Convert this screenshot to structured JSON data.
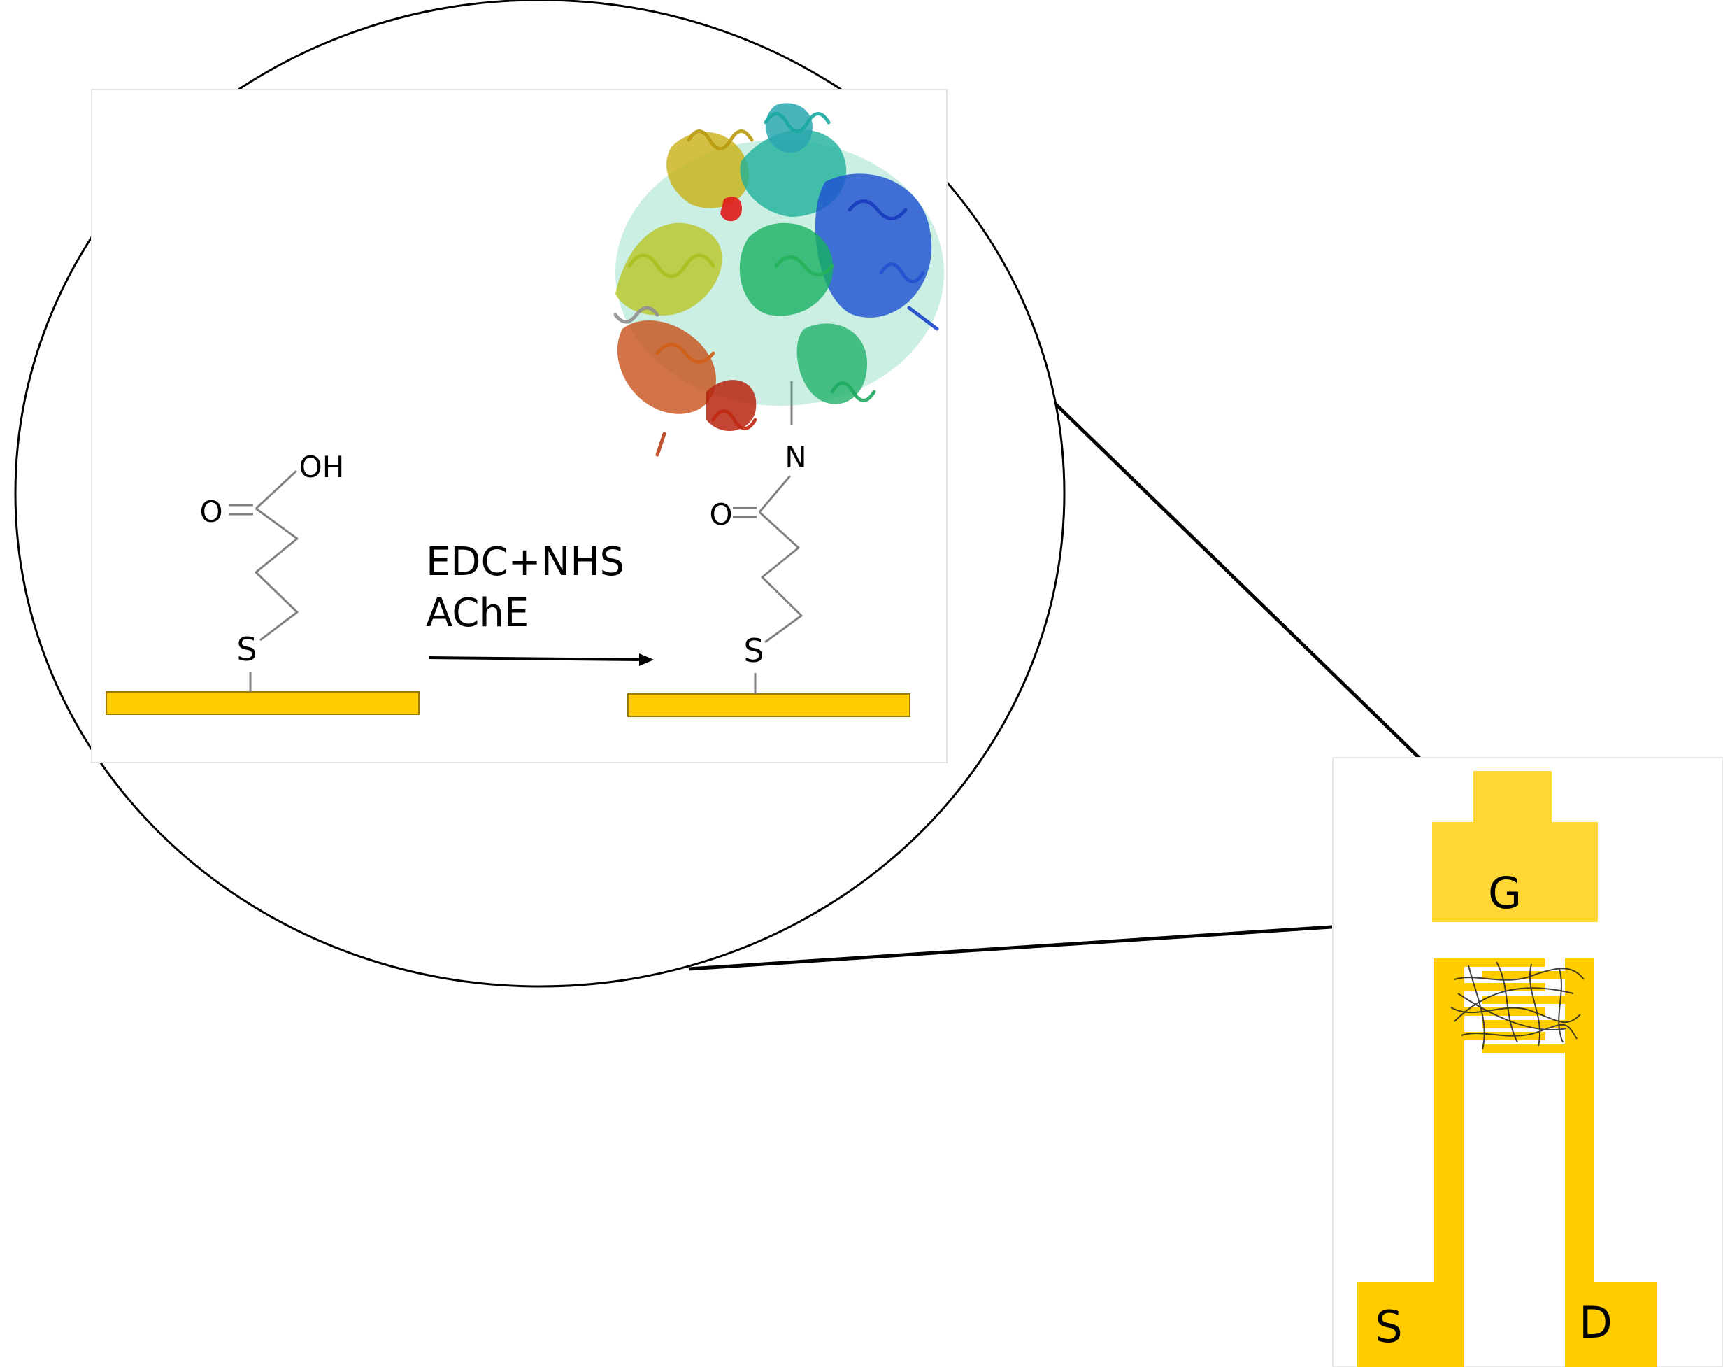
{
  "left_molecule": {
    "hydroxyl": "OH",
    "carbonyl_oxygen": "O",
    "sulfur": "S"
  },
  "reaction": {
    "reagents_line1": "EDC+NHS",
    "reagents_line2": "AChE"
  },
  "right_molecule": {
    "amide_nitrogen": "N",
    "carbonyl_oxygen": "O",
    "sulfur": "S"
  },
  "device": {
    "gate_label": "G",
    "source_label": "S",
    "drain_label": "D"
  },
  "colors": {
    "gold": "#FFCC00",
    "gold_light": "#FFD633",
    "outline": "#000000",
    "bond": "#808080",
    "electrode_border": "#C8A000"
  }
}
